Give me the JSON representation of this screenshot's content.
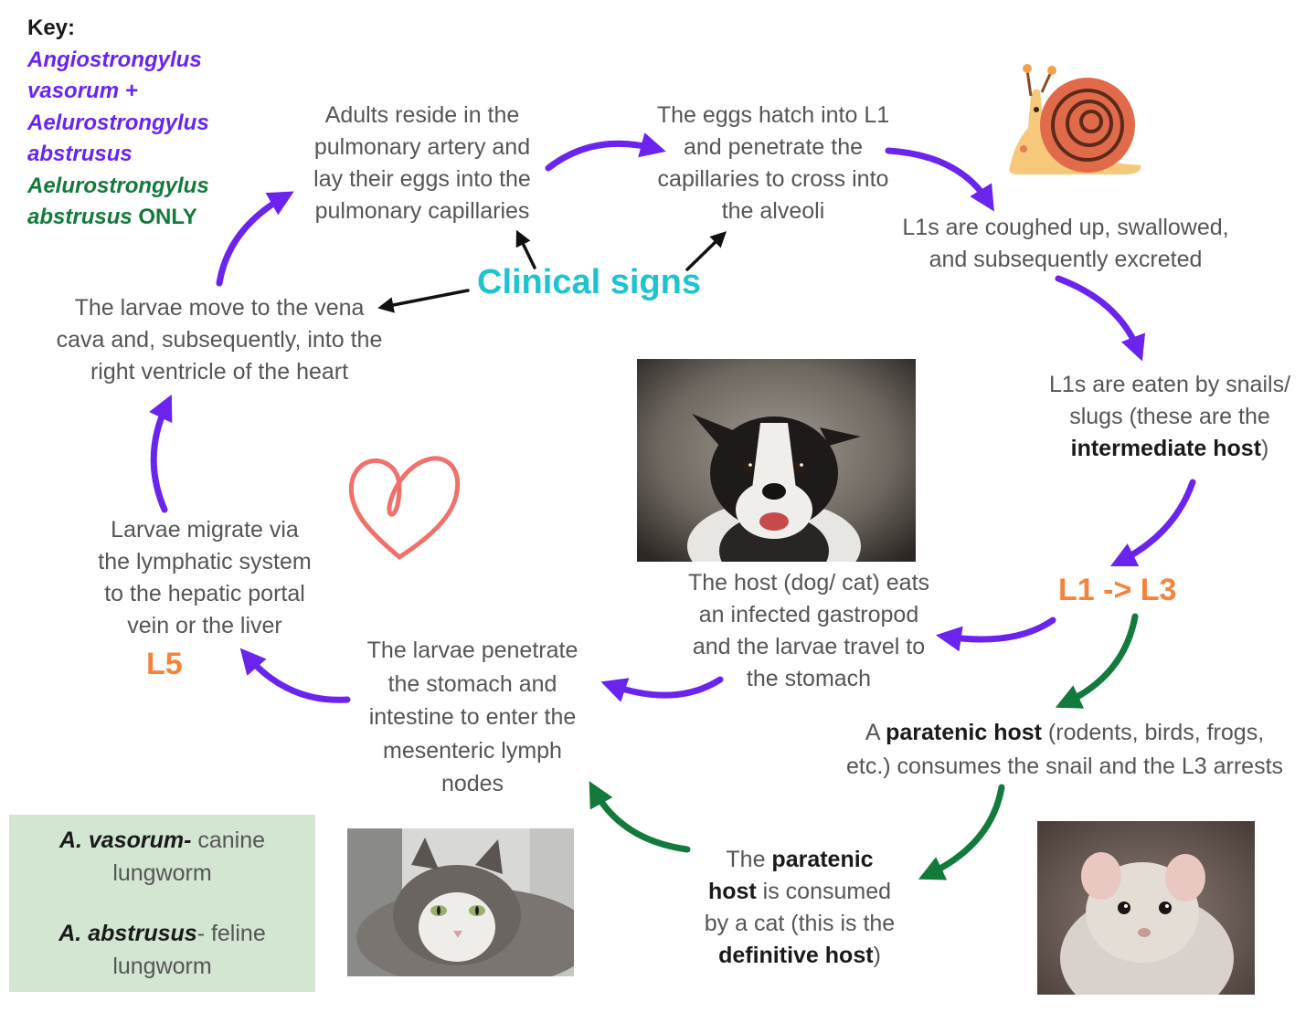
{
  "key": {
    "title": "Key:",
    "purple_line1": "Angiostrongylus",
    "purple_line2": "vasorum +",
    "purple_line3": "Aelurostrongylus",
    "purple_line4": "abstrusus",
    "green_line1": "Aelurostrongylus",
    "green_line2": "abstrusus",
    "green_only": "ONLY"
  },
  "colors": {
    "purple_arrow": "#6a24ee",
    "green_arrow": "#127a3a",
    "clinical": "#1fc3cd",
    "stage": "#f4843c",
    "heart": "#f0706a",
    "infobox_bg": "#d2e6d2"
  },
  "steps": {
    "adults": {
      "line1": "Adults reside in the",
      "line2": "pulmonary artery and",
      "line3": "lay their eggs into the",
      "line4": "pulmonary capillaries"
    },
    "eggs": {
      "line1": "The eggs hatch into L1",
      "line2": "and penetrate the",
      "line3": "capillaries to cross into",
      "line4": "the alveoli"
    },
    "coughed": {
      "line1": "L1s are coughed up, swallowed,",
      "line2": "and subsequently excreted"
    },
    "eaten": {
      "line1": "L1s are eaten by snails/",
      "line2": "slugs (these are the",
      "bold": "intermediate host",
      "close": ")"
    },
    "host_eats": {
      "line1": "The host (dog/ cat) eats",
      "line2": "an infected gastropod",
      "line3": "and the larvae travel to",
      "line4": "the stomach"
    },
    "paratenic_consumes": {
      "prefix": "A ",
      "bold": "paratenic host",
      "line1_rest": " (rodents, birds, frogs,",
      "line2": "etc.) consumes the snail and the L3 arrests"
    },
    "paratenic_consumed": {
      "line1_prefix": "The ",
      "line1_bold": "paratenic",
      "line2_bold": "host",
      "line2_rest": " is consumed",
      "line3": "by a cat (this is the",
      "line4_bold": "definitive host",
      "line4_close": ")"
    },
    "penetrate": {
      "line1": "The larvae penetrate",
      "line2": "the stomach and",
      "line3": "intestine to enter the",
      "line4": "mesenteric lymph",
      "line5": "nodes"
    },
    "migrate": {
      "line1": "Larvae migrate via",
      "line2": "the lymphatic system",
      "line3": "to the hepatic portal",
      "line4": "vein or the liver"
    },
    "vena_cava": {
      "line1": "The larvae move to the vena",
      "line2": "cava and, subsequently, into the",
      "line3": "right ventricle of the heart"
    }
  },
  "clinical_signs": "Clinical signs",
  "stages": {
    "l1_l3": "L1 -> L3",
    "l5": "L5"
  },
  "infobox": {
    "a_vasorum": "A. vasorum-",
    "a_vasorum_rest": " canine",
    "a_vasorum_line2": "lungworm",
    "a_abstrusus": "A. abstrusus",
    "a_abstrusus_rest": "- feline",
    "a_abstrusus_line2": "lungworm"
  }
}
